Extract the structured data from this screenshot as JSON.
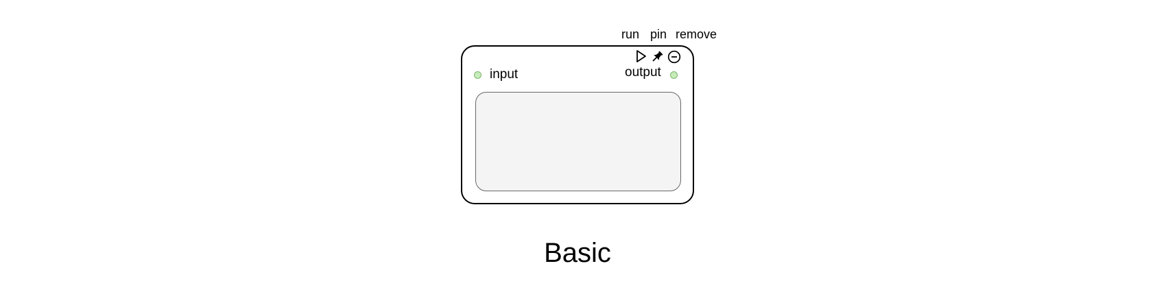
{
  "toolbar": {
    "run_label": "run",
    "pin_label": "pin",
    "remove_label": "remove",
    "run_icon": "play-triangle",
    "pin_icon": "pushpin",
    "remove_icon": "minus-circle"
  },
  "node": {
    "input_label": "input",
    "output_label": "output",
    "port_color": "#c6ecb9"
  },
  "caption": "Basic"
}
